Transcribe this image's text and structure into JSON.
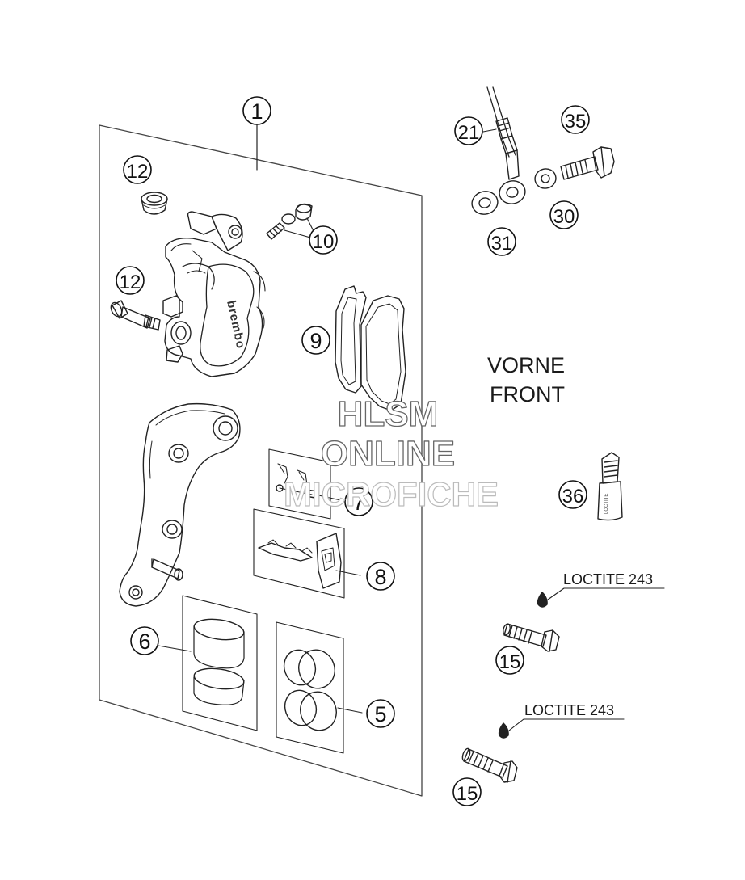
{
  "callouts": {
    "c1": "1",
    "c5": "5",
    "c6": "6",
    "c7": "7",
    "c8": "8",
    "c9": "9",
    "c10": "10",
    "c12a": "12",
    "c12b": "12",
    "c15a": "15",
    "c15b": "15",
    "c21": "21",
    "c30": "30",
    "c31": "31",
    "c35": "35",
    "c36": "36"
  },
  "labels": {
    "vorne": "VORNE",
    "front": "FRONT",
    "loctite_upper": "LOCTITE 243",
    "loctite_lower": "LOCTITE 243",
    "caliper_brand": "brembo"
  },
  "watermark": {
    "line1": "HLSM",
    "line2": "ONLINE",
    "line3": "MICROFICHE"
  }
}
